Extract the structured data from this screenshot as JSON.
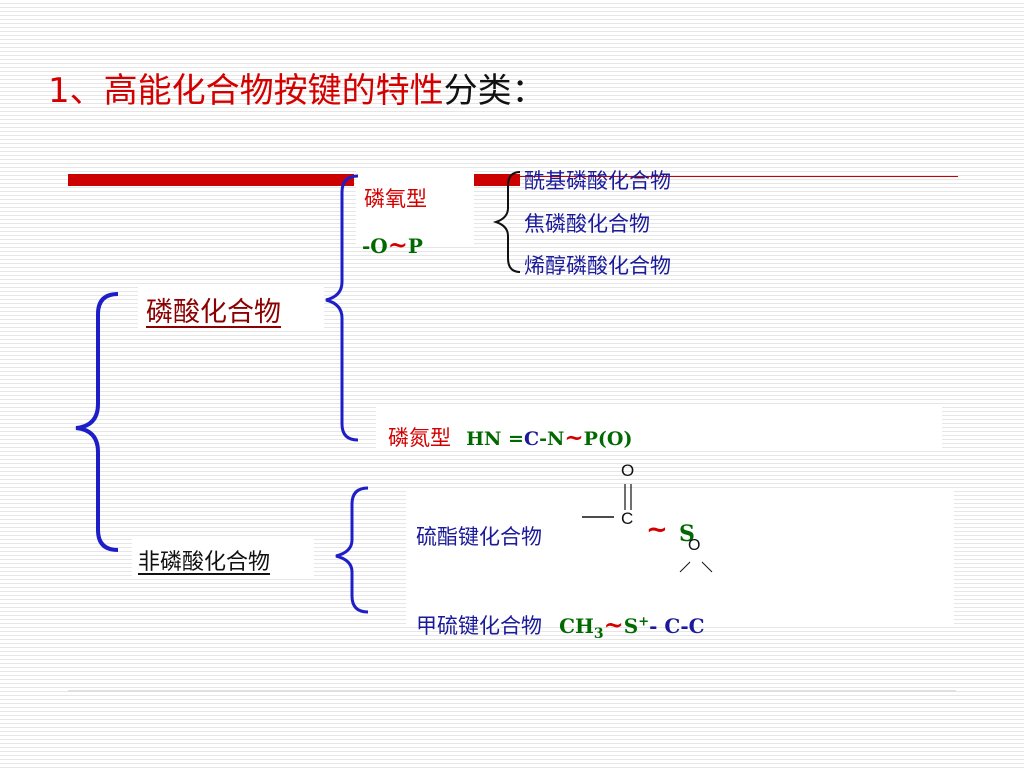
{
  "title": {
    "number": "1、",
    "part1": "高能化合物",
    "part2": "按键的特性",
    "part3": "分类：",
    "colors": {
      "red": "#d40000",
      "dark": "#111111"
    }
  },
  "phosphate": {
    "label": "磷酸化合物",
    "po_type": {
      "name": "磷氧型",
      "bond_o": "-O",
      "tilde": "~",
      "bond_p": "P",
      "children": [
        "酰基磷酸化合物",
        "焦磷酸化合物",
        "烯醇磷酸化合物"
      ]
    },
    "pn_type": {
      "name": "磷氮型",
      "formula": {
        "hn": "HN =",
        "c": "C",
        "dash_n": "-N",
        "tilde": "~",
        "p_o": "P(O)"
      }
    }
  },
  "non_phosphate": {
    "label": "非磷酸化合物",
    "thioester": {
      "name": "硫酯键化合物",
      "structure": {
        "o_label": "O",
        "c_label": "C",
        "tilde": "~",
        "s_label": "S",
        "o_small": "O"
      }
    },
    "methylthio": {
      "name": "甲硫键化合物",
      "formula": {
        "ch": "CH",
        "sub": "3",
        "tilde": "~",
        "s": "S",
        "sup": "+",
        "tail": "- C-C"
      }
    }
  },
  "colors": {
    "red_bar": "#cc0000",
    "blue": "#1a1a9a",
    "bracket_blue": "#1e1ec8",
    "green": "#006a00",
    "background_stripe": "#e6e6e6"
  }
}
